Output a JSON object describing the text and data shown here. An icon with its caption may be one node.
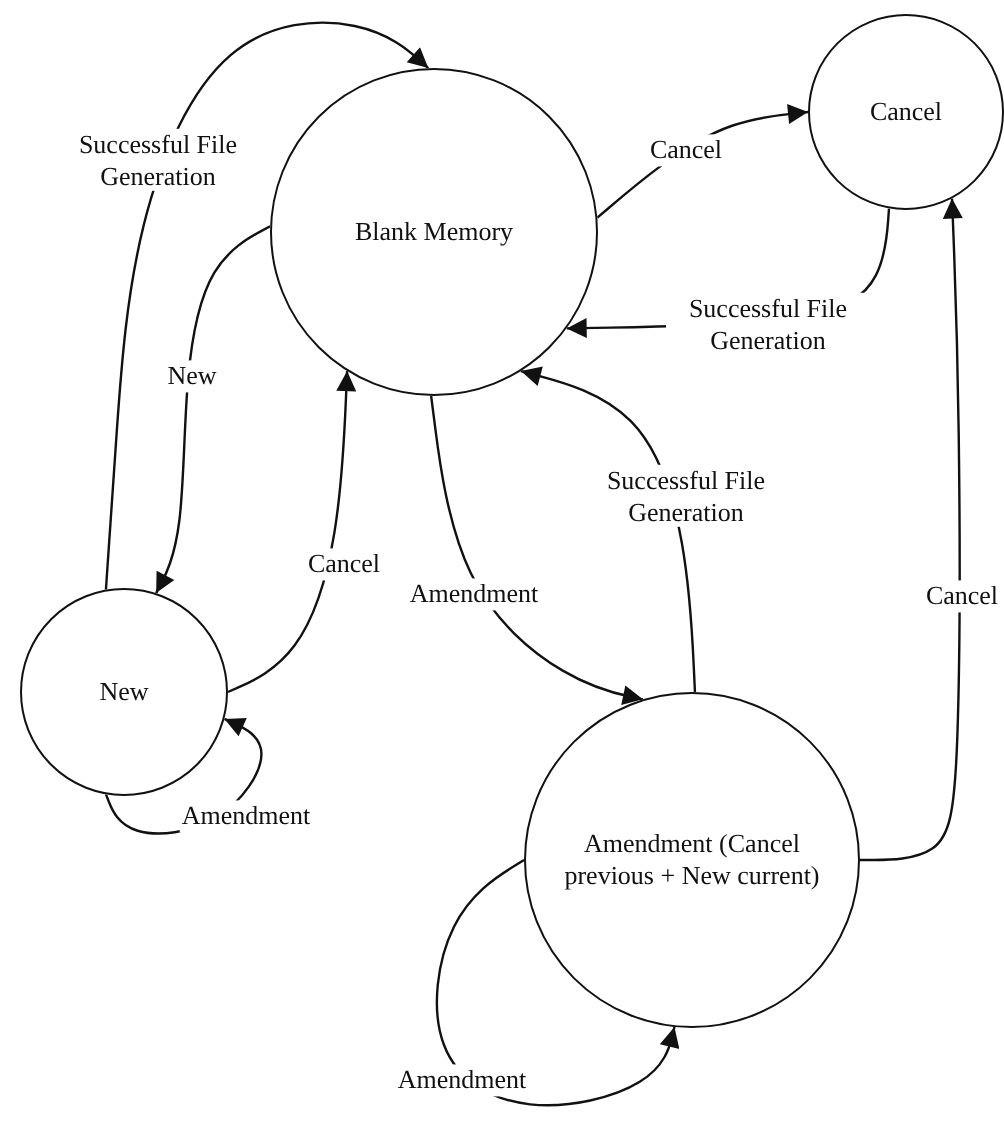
{
  "diagram": {
    "nodes": [
      {
        "text": [
          "Blank Memory"
        ]
      },
      {
        "text": [
          "Cancel"
        ]
      },
      {
        "text": [
          "New"
        ]
      },
      {
        "text": [
          "Amendment (Cancel previous + New current)"
        ]
      }
    ],
    "edges": [
      {
        "from": 2,
        "to": 0,
        "arrow": "to",
        "label": "Successful File Generation"
      },
      {
        "from": 0,
        "to": 1,
        "arrow": "to",
        "label": "Cancel"
      },
      {
        "from": 1,
        "to": 0,
        "arrow": "to",
        "label": "Successful File Generation"
      },
      {
        "from": 0,
        "to": 2,
        "arrow": "to",
        "label": "New"
      },
      {
        "from": 2,
        "to": 0,
        "arrow": "to",
        "label": "Cancel"
      },
      {
        "from": 2,
        "to": 2,
        "arrow": "to",
        "label": "Amendment"
      },
      {
        "from": 0,
        "to": 3,
        "arrow": "to",
        "label": "Amendment"
      },
      {
        "from": 3,
        "to": 0,
        "arrow": "to",
        "label": "Successful File Generation"
      },
      {
        "from": 3,
        "to": 1,
        "arrow": "to",
        "label": "Cancel"
      },
      {
        "from": 3,
        "to": 3,
        "arrow": "to",
        "label": "Amendment"
      }
    ]
  }
}
